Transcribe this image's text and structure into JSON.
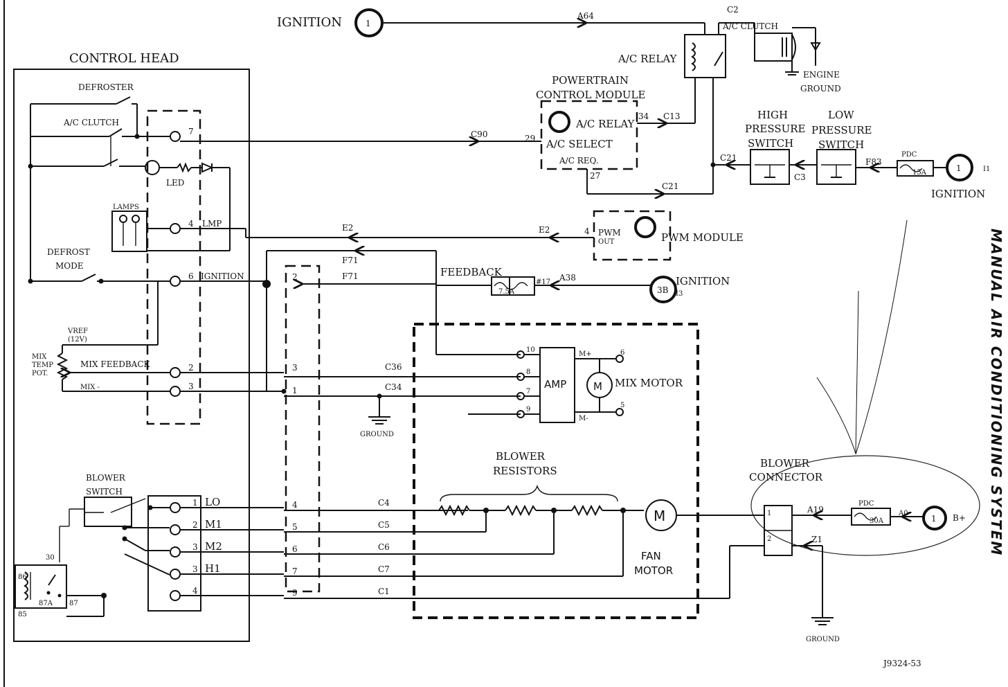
{
  "title": "MANUAL AIR CONDITIONING SYSTEM",
  "figure_id": "J9324-53",
  "control_head": {
    "title": "CONTROL HEAD",
    "defroster": "DEFROSTER",
    "ac_clutch": "A/C CLUTCH",
    "led": "LED",
    "lamps": "LAMPS",
    "lmp": "LMP",
    "defrost_mode": [
      "DEFROST",
      "MODE"
    ],
    "ignition": "IGNITION",
    "vref": [
      "VREF",
      "(12V)"
    ],
    "mix_temp_pot": [
      "MIX",
      "TEMP",
      "POT."
    ],
    "mix_feedback": "MIX FEEDBACK",
    "mix_minus": "MIX -",
    "blower_switch": [
      "BLOWER",
      "SWITCH"
    ],
    "pins": [
      "7",
      "4",
      "6",
      "2",
      "3"
    ],
    "blower_pins": [
      "1",
      "2",
      "3",
      "3",
      "4"
    ],
    "speeds": [
      "LO",
      "M1",
      "M2",
      "H1"
    ],
    "relay_pins": [
      "86",
      "30",
      "87A",
      "87",
      "85"
    ]
  },
  "top": {
    "ignition": "IGNITION",
    "ignition_num": "1",
    "a64": "A64",
    "ac_relay": "A/C RELAY",
    "c2": "C2",
    "ac_clutch": "A/C CLUTCH",
    "engine_ground": [
      "ENGINE",
      "GROUND"
    ]
  },
  "pcm": {
    "title": [
      "POWERTRAIN",
      "CONTROL MODULE"
    ],
    "ac_relay": "A/C RELAY",
    "ac_select": "A/C SELECT",
    "ac_req": "A/C REQ.",
    "pin34": "34",
    "pin29": "29",
    "pin27": "27",
    "c13": "C13",
    "c90": "C90",
    "c21": "C21"
  },
  "pressure": {
    "high": [
      "HIGH",
      "PRESSURE",
      "SWITCH"
    ],
    "low": [
      "LOW",
      "PRESSURE",
      "SWITCH"
    ],
    "c21": "C21",
    "c3": "C3",
    "f83": "F83",
    "pdc": "PDC",
    "fuse": "15A",
    "ignition": "IGNITION",
    "ign_num": "1",
    "i1": "I1"
  },
  "pwm": {
    "label": "PWM MODULE",
    "pwm": "PWM",
    "out": "OUT",
    "pin": "4",
    "e2a": "E2",
    "e2b": "E2"
  },
  "feedback": {
    "label": "FEEDBACK",
    "fuse": "7.5A",
    "pin": "#17",
    "a38": "A38",
    "ign_num": "3B",
    "ignition": "IGNITION",
    "i3": "I3",
    "f71a": "F71",
    "f71b": "F71"
  },
  "hvac": {
    "amp": "AMP",
    "mix_motor": "MIX MOTOR",
    "m": "M",
    "mplus": "M+",
    "mminus": "M-",
    "amp_pins": [
      "10",
      "8",
      "7",
      "9"
    ],
    "motor_pins": [
      "6",
      "5"
    ],
    "blower_resistors": [
      "BLOWER",
      "RESISTORS"
    ],
    "fan_motor": [
      "FAN",
      "MOTOR"
    ],
    "ground": "GROUND"
  },
  "connector": {
    "pins": [
      "2",
      "3",
      "1",
      "4",
      "5",
      "6",
      "7",
      "9"
    ],
    "circuits": [
      "C36",
      "C34",
      "C4",
      "C5",
      "C6",
      "C7",
      "C1"
    ]
  },
  "blower_conn": {
    "label": [
      "BLOWER",
      "CONNECTOR"
    ],
    "a19": "A19",
    "a0": "A0",
    "pdc": "PDC",
    "fuse": "30A",
    "b_num": "1",
    "bplus": "B+",
    "z1": "Z1",
    "pin1": "1",
    "pin2": "2",
    "ground": "GROUND"
  }
}
